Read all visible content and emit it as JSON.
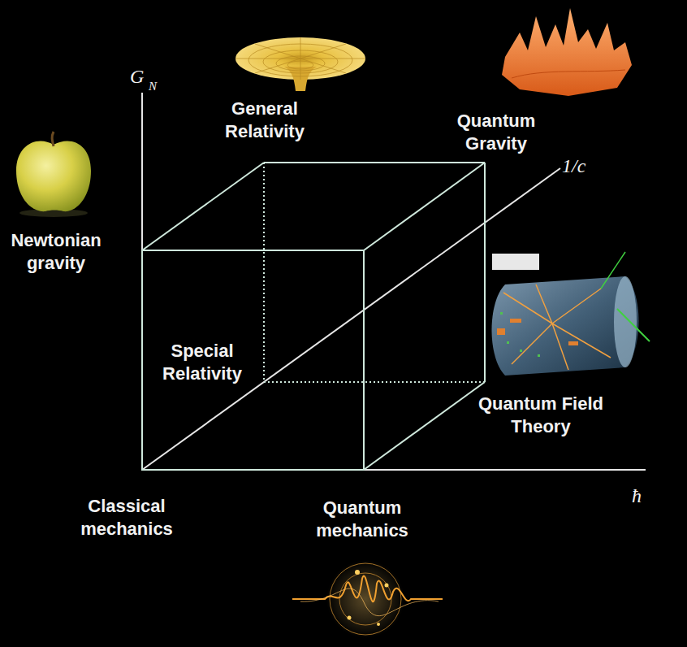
{
  "diagram": {
    "labels": [
      "G",
      "N",
      "1/c",
      "ħ",
      "Newtonian gravity",
      "General Relativity",
      "Quantum Gravity",
      "Special Relativity",
      "Quantum Field Theory",
      "Classical mechanics",
      "Quantum mechanics"
    ]
  }
}
